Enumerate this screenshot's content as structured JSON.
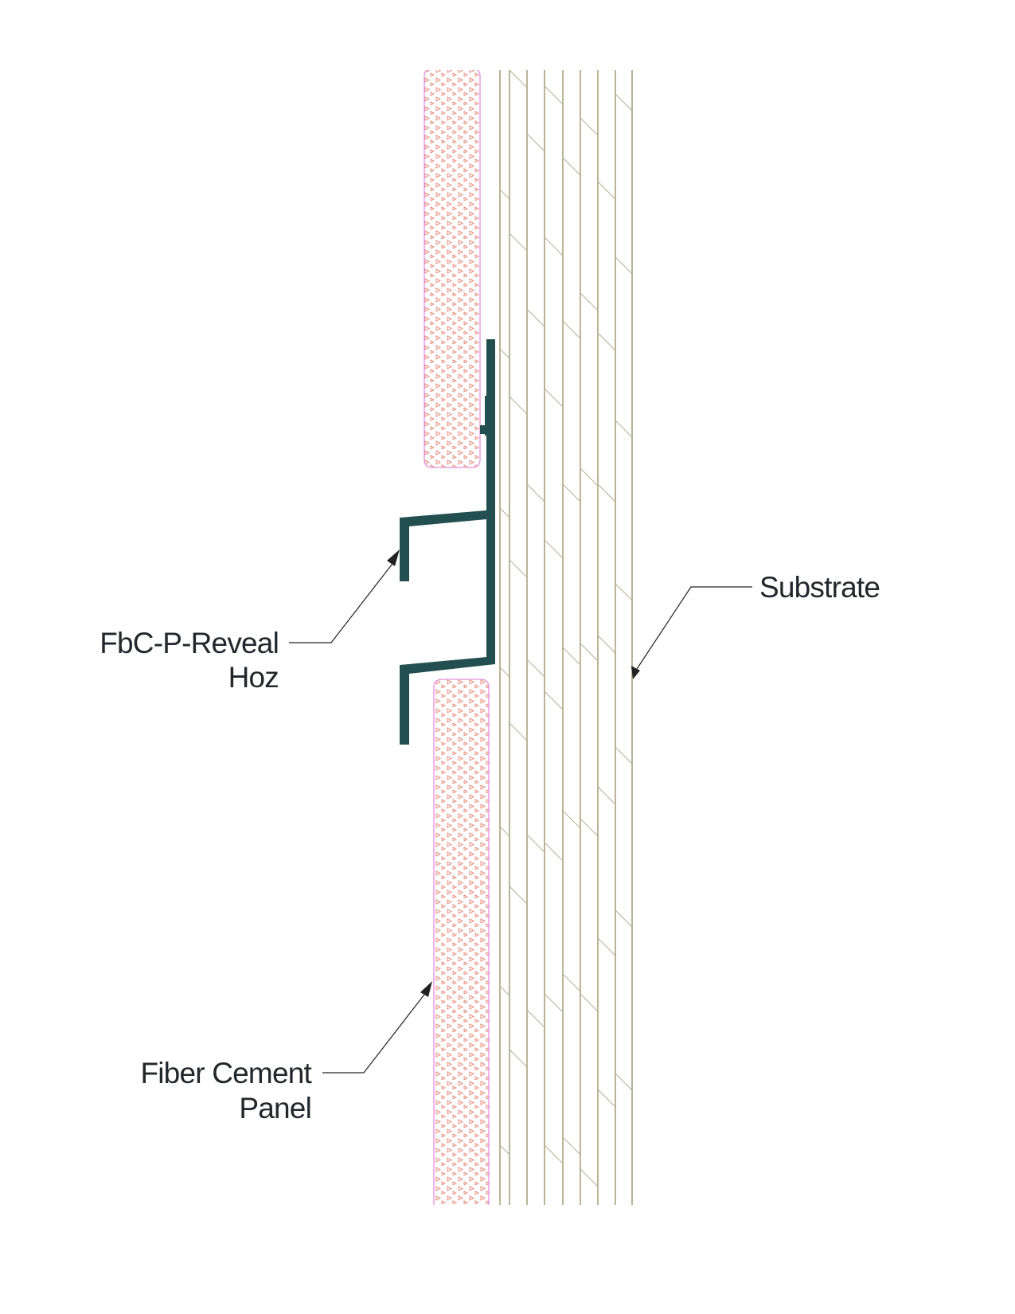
{
  "labels": {
    "reveal_line1": "FbC-P-Reveal",
    "reveal_line2": "Hoz",
    "substrate": "Substrate",
    "panel_line1": "Fiber Cement",
    "panel_line2": "Panel"
  },
  "colors": {
    "clip": "#234f50",
    "panel_outline": "#e58fe0",
    "panel_pattern": "#e9907f",
    "substrate_lines": "#a9a27c",
    "text": "#23272b"
  }
}
